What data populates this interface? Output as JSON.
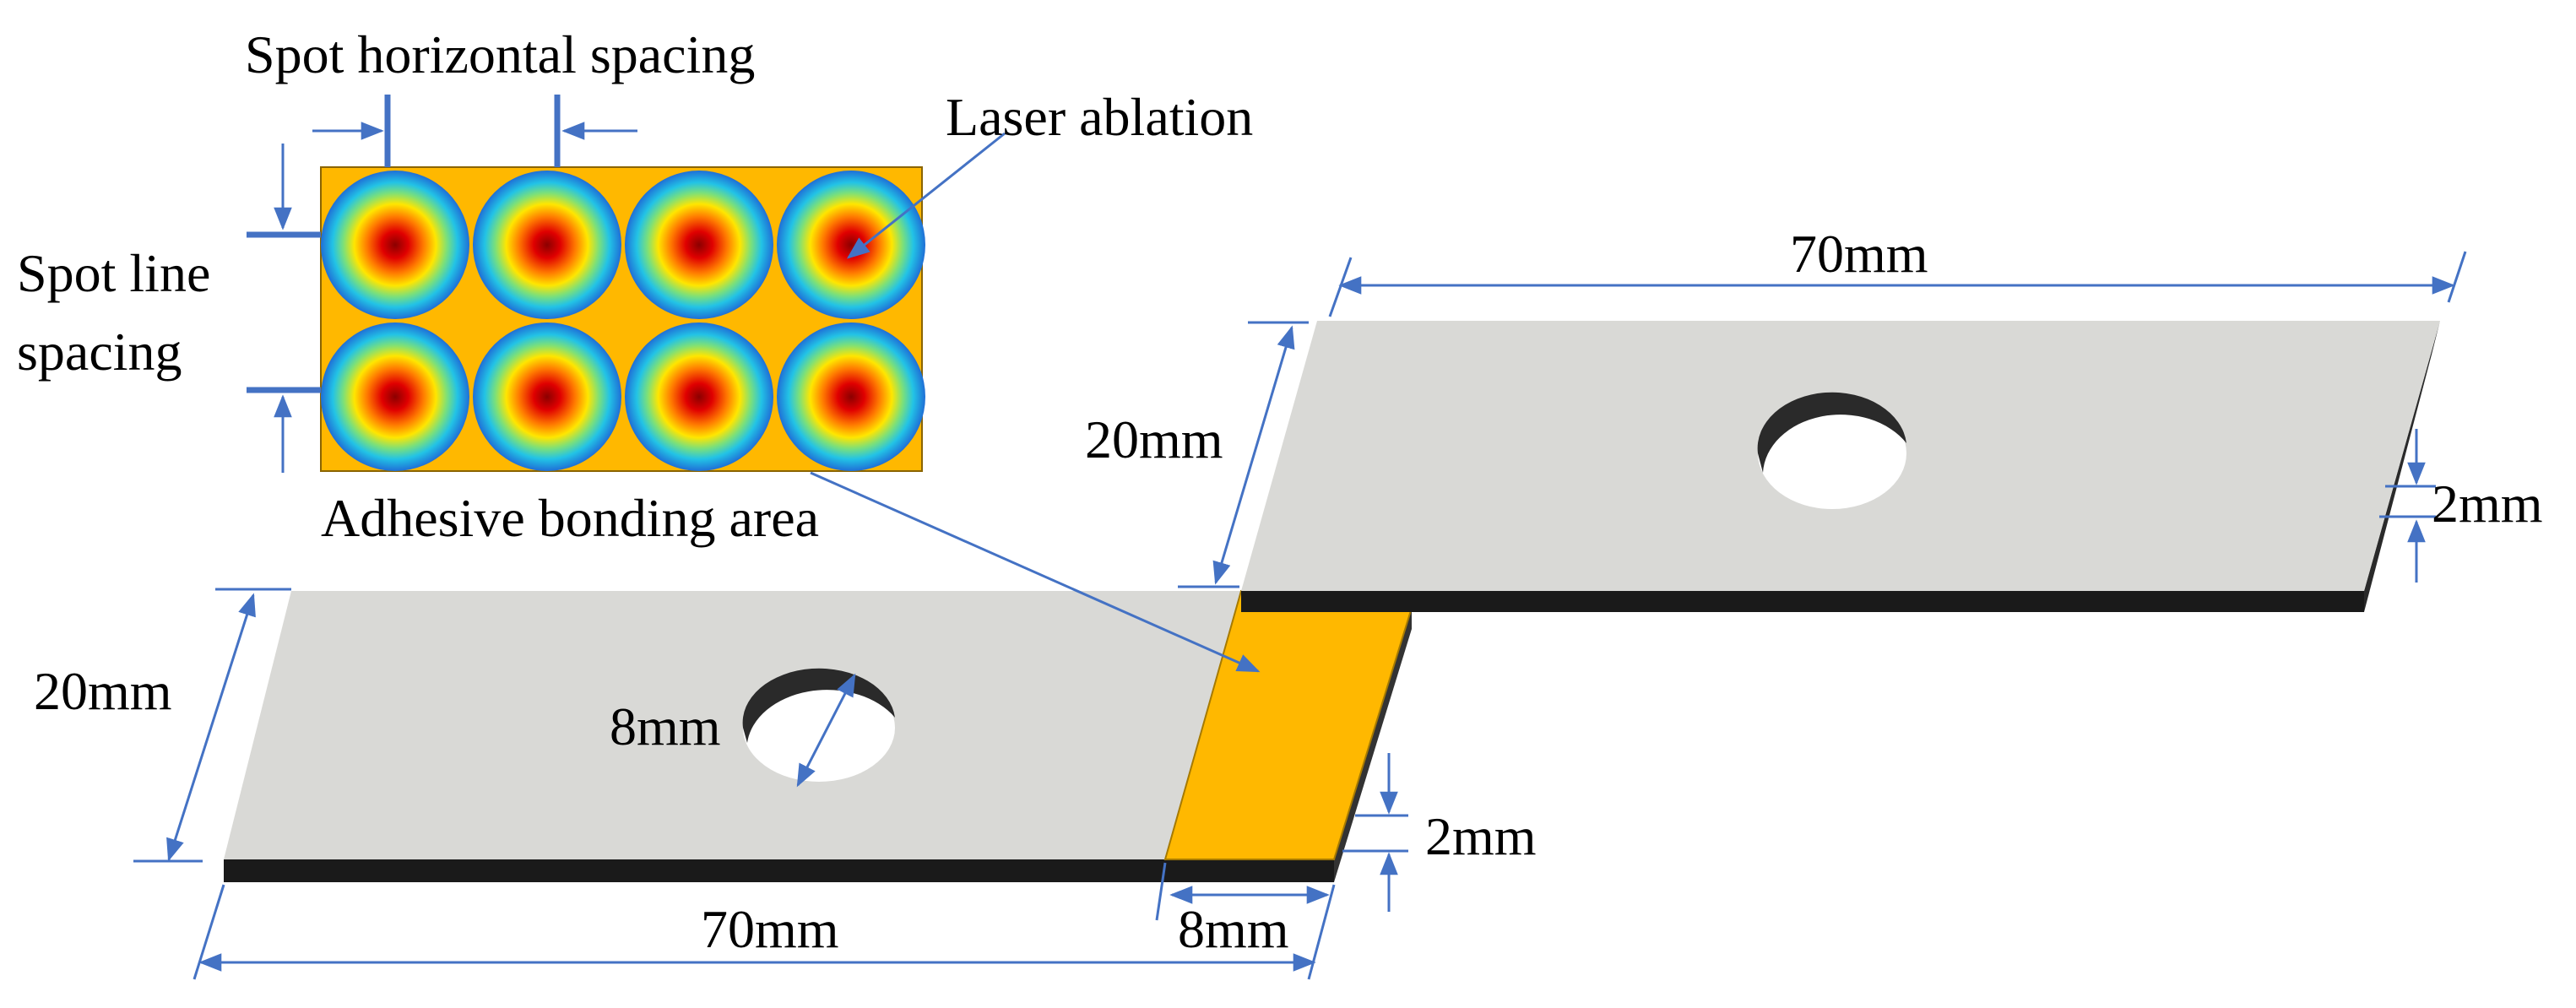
{
  "labels": {
    "spot_horizontal_spacing": "Spot horizontal spacing",
    "laser_ablation": "Laser ablation",
    "spot_line_spacing_line1": "Spot line",
    "spot_line_spacing_line2": "spacing",
    "adhesive_bonding_area": "Adhesive bonding area",
    "top_length": "70mm",
    "top_width": "20mm",
    "top_thickness": "2mm",
    "bottom_width": "20mm",
    "hole_diameter": "8mm",
    "bottom_thickness": "2mm",
    "bottom_length": "70mm",
    "overlap_length": "8mm"
  },
  "colors": {
    "plate_top": "#d9d9d6",
    "plate_edge": "#1a1a1a",
    "bond_area": "#ffb800",
    "dimension_line": "#4472c4",
    "spot_center": "#c00000",
    "spot_edge": "#1f8bd6"
  },
  "spot_grid": {
    "rows": 2,
    "columns": 4
  }
}
